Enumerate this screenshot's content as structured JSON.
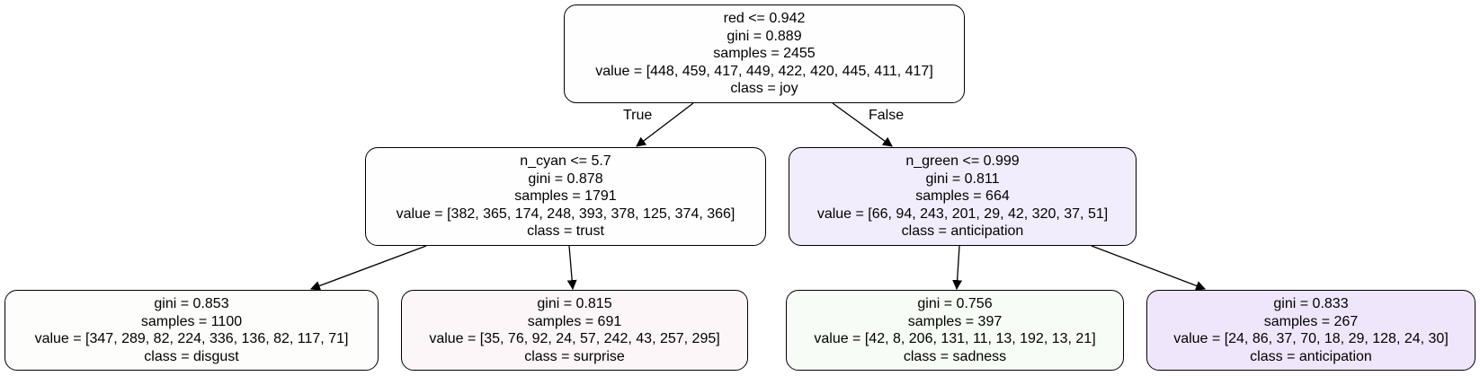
{
  "tree": {
    "root": {
      "lines": [
        "red <= 0.942",
        "gini = 0.889",
        "samples = 2455",
        "value = [448, 459, 417, 449, 422, 420, 445, 411, 417]",
        "class = joy"
      ],
      "fill": "#fefefe"
    },
    "left": {
      "lines": [
        "n_cyan <= 5.7",
        "gini = 0.878",
        "samples = 1791",
        "value = [382, 365, 174, 248, 393, 378, 125, 374, 366]",
        "class = trust"
      ],
      "fill": "#fefefe"
    },
    "right": {
      "lines": [
        "n_green <= 0.999",
        "gini = 0.811",
        "samples = 664",
        "value = [66, 94, 243, 201, 29, 42, 320, 37, 51]",
        "class = anticipation"
      ],
      "fill": "#f1edfc"
    },
    "ll": {
      "lines": [
        "gini = 0.853",
        "samples = 1100",
        "value = [347, 289, 82, 224, 336, 136, 82, 117, 71]",
        "class = disgust"
      ],
      "fill": "#fdfdfc"
    },
    "lr": {
      "lines": [
        "gini = 0.815",
        "samples = 691",
        "value = [35, 76, 92, 24, 57, 242, 43, 257, 295]",
        "class = surprise"
      ],
      "fill": "#fcf6f9"
    },
    "rl": {
      "lines": [
        "gini = 0.756",
        "samples = 397",
        "value = [42, 8, 206, 131, 11, 13, 192, 13, 21]",
        "class = sadness"
      ],
      "fill": "#f8fcf6"
    },
    "rr": {
      "lines": [
        "gini = 0.833",
        "samples = 267",
        "value = [24, 86, 37, 70, 18, 29, 128, 24, 30]",
        "class = anticipation"
      ],
      "fill": "#efe6fc"
    }
  },
  "edges": {
    "true_label": "True",
    "false_label": "False"
  }
}
